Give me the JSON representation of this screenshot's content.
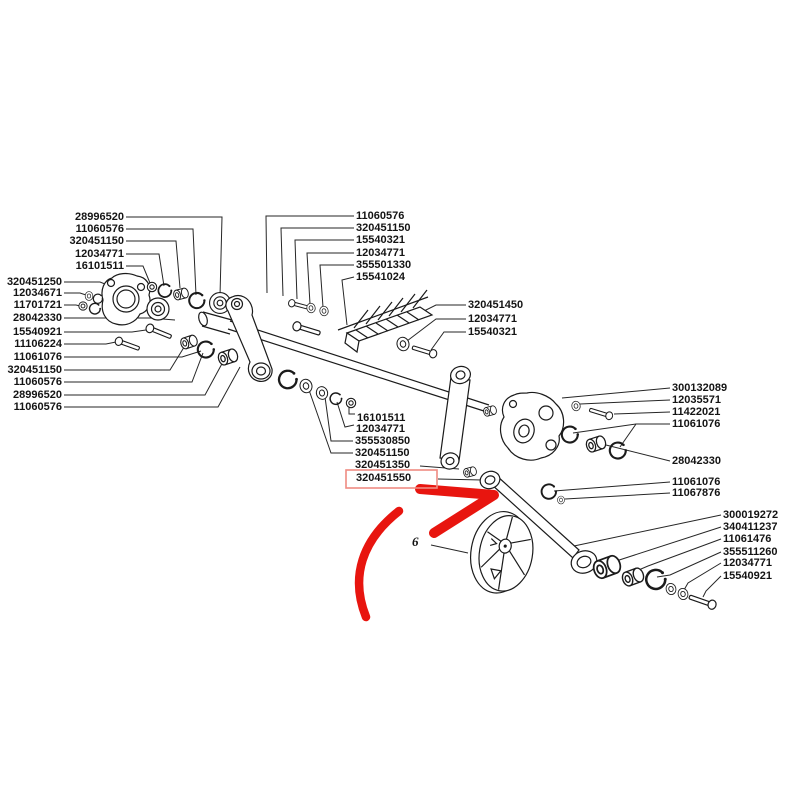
{
  "diagram": {
    "type": "exploded-parts-diagram",
    "highlight": {
      "part_number": "320451550",
      "box_color": "#ef8b82",
      "arrow_color": "#e8150f",
      "callout": "6"
    },
    "labels": {
      "top_left": [
        "28996520",
        "11060576",
        "320451150",
        "12034771",
        "16101511"
      ],
      "left": [
        "320451250",
        "12034671",
        "11701721",
        "28042330",
        "15540921",
        "11106224",
        "11061076",
        "320451150",
        "11060576",
        "28996520",
        "11060576"
      ],
      "top_middle": [
        "11060576",
        "320451150",
        "15540321",
        "12034771",
        "355501330",
        "15541024"
      ],
      "mid_right": [
        "320451450",
        "12034771",
        "15540321"
      ],
      "right": [
        "300132089",
        "12035571",
        "11422021",
        "11061076",
        "28042330",
        "11061076",
        "11067876"
      ],
      "center": [
        "16101511",
        "12034771",
        "355530850",
        "320451150",
        "320451350",
        "320451550"
      ],
      "bottom_right": [
        "300019272",
        "340411237",
        "11061476",
        "355511260",
        "12034771",
        "15540921"
      ]
    }
  }
}
